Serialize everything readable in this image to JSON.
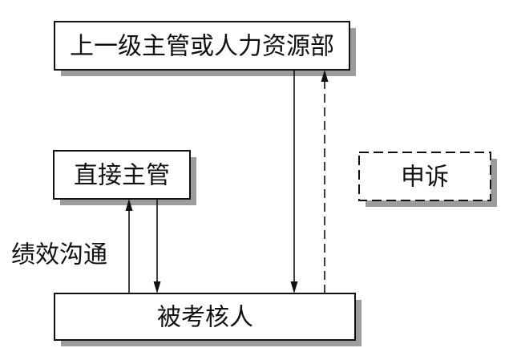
{
  "diagram": {
    "nodes": {
      "superior": {
        "label": "上一级主管或人力资源部"
      },
      "direct_supervisor": {
        "label": "直接主管"
      },
      "appeal": {
        "label": "申诉"
      },
      "appraisee": {
        "label": "被考核人"
      }
    },
    "annotations": {
      "performance_communication": "绩效沟通"
    }
  },
  "colors": {
    "stroke": "#111111",
    "shadow": "#9c9c9c",
    "box_fill": "#ffffff"
  }
}
